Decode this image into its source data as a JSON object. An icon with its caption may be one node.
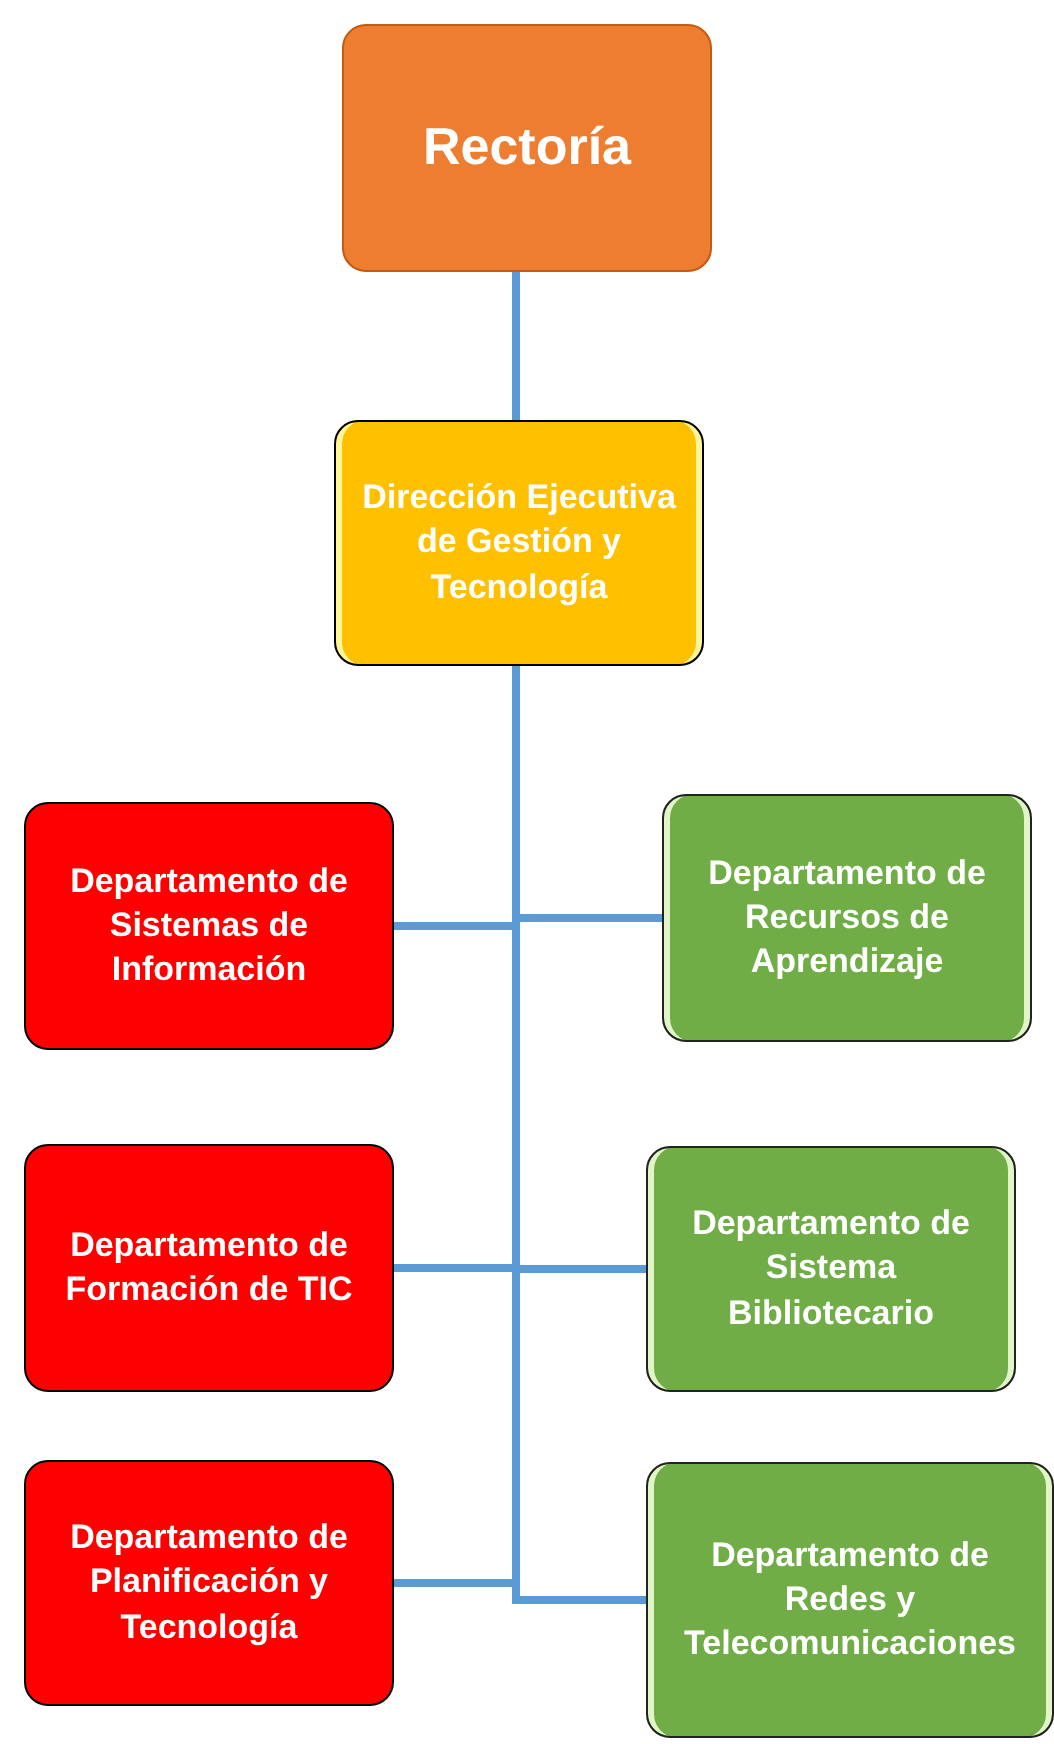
{
  "diagram": {
    "nodes": [
      {
        "text": [
          "Rectoría"
        ]
      },
      {
        "text": [
          "Dirección Ejecutiva de Gestión y Tecnología"
        ]
      },
      {
        "text": [
          "Departamento de Sistemas de Información"
        ]
      },
      {
        "text": [
          "Departamento de Recursos de Aprendizaje"
        ]
      },
      {
        "text": [
          "Departamento de Formación de TIC"
        ]
      },
      {
        "text": [
          "Departamento de Sistema Bibliotecario"
        ]
      },
      {
        "text": [
          "Departamento de Planificación y Tecnología"
        ]
      },
      {
        "text": [
          "Departamento de Redes y Telecomunicaciones"
        ]
      }
    ],
    "edges": [
      {
        "from": 0,
        "to": 1,
        "arrow": "none"
      },
      {
        "from": 1,
        "to": 2,
        "arrow": "none"
      },
      {
        "from": 1,
        "to": 3,
        "arrow": "none"
      },
      {
        "from": 1,
        "to": 4,
        "arrow": "none"
      },
      {
        "from": 1,
        "to": 5,
        "arrow": "none"
      },
      {
        "from": 1,
        "to": 6,
        "arrow": "none"
      },
      {
        "from": 1,
        "to": 7,
        "arrow": "none"
      }
    ]
  }
}
